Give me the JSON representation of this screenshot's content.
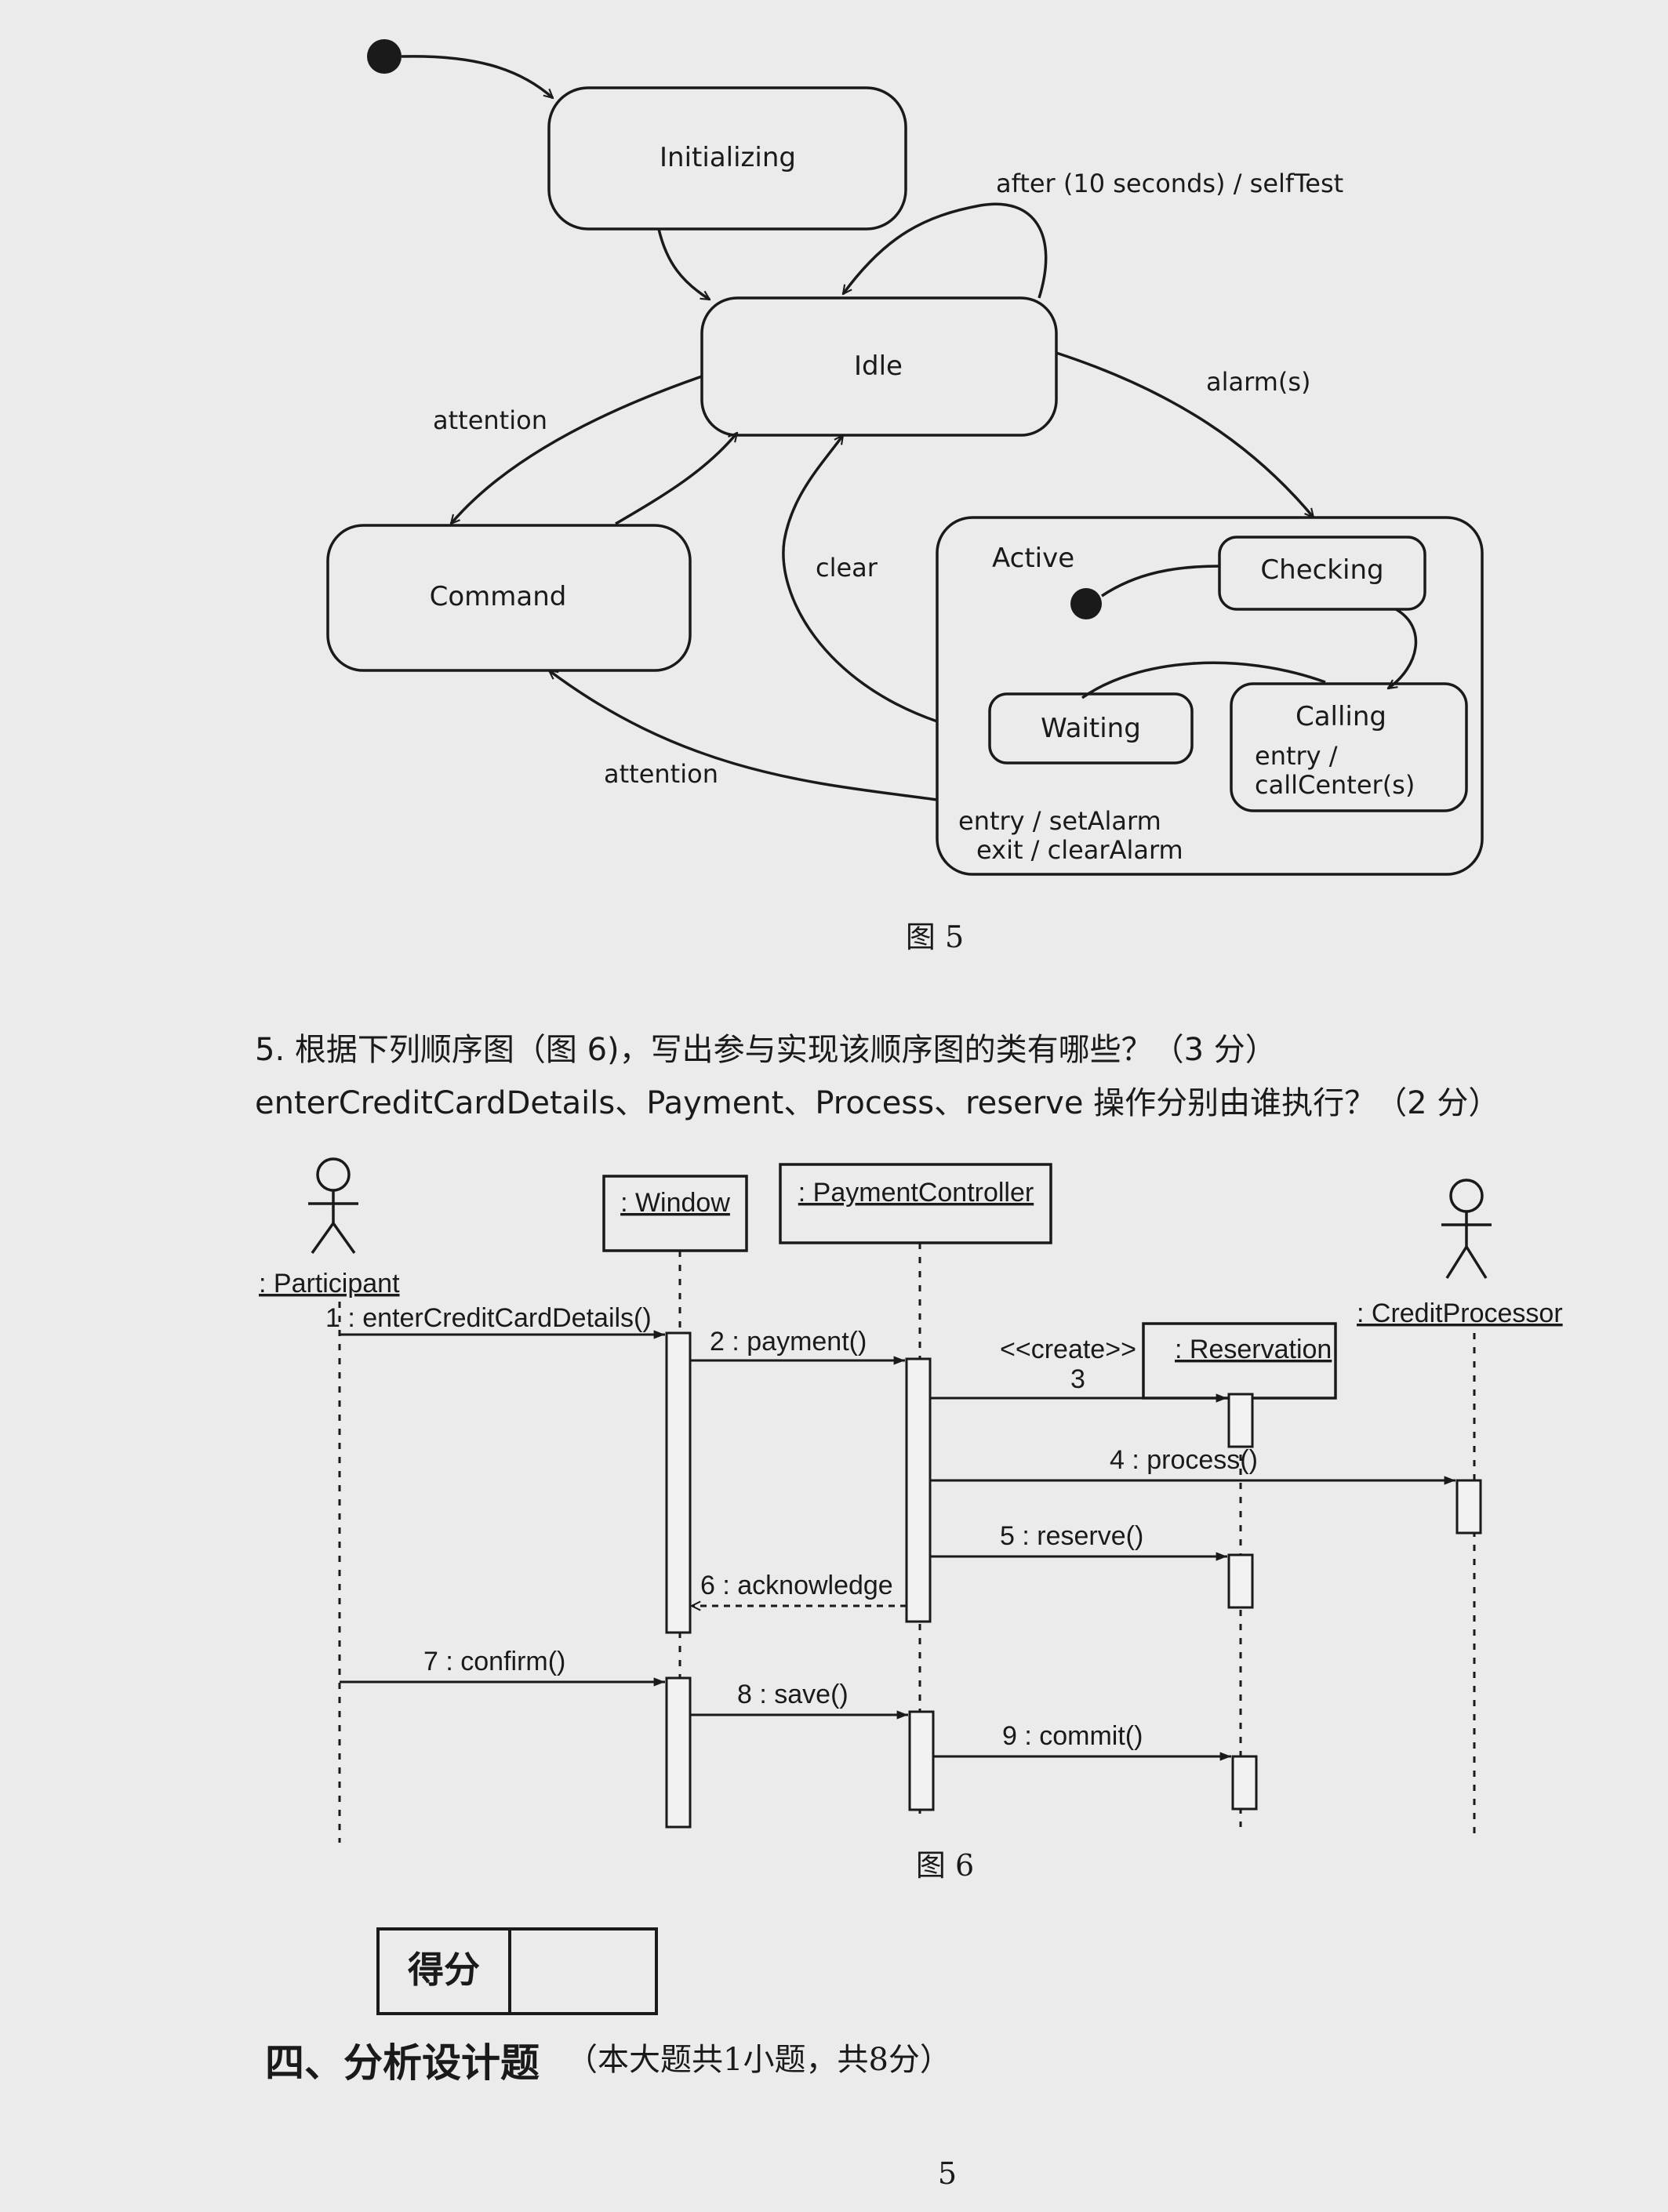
{
  "state_diagram": {
    "states": {
      "initializing": "Initializing",
      "idle": "Idle",
      "command": "Command",
      "active": "Active",
      "checking": "Checking",
      "waiting": "Waiting",
      "calling": "Calling",
      "calling_entry_1": "entry /",
      "calling_entry_2": "callCenter(s)"
    },
    "active_actions": {
      "entry": "entry / setAlarm",
      "exit": "exit / clearAlarm"
    },
    "transitions": {
      "self_test": "after (10 seconds) / selfTest",
      "alarm": "alarm(s)",
      "attention_top": "attention",
      "clear": "clear",
      "attention_bottom": "attention"
    },
    "caption": "图 5"
  },
  "question": {
    "line1": "5. 根据下列顺序图（图 6)，写出参与实现该顺序图的类有哪些？（3 分）",
    "line2": "enterCreditCardDetails、Payment、Process、reserve 操作分别由谁执行？（2 分）"
  },
  "sequence_diagram": {
    "participants": {
      "participant": ": Participant",
      "window": ": Window",
      "payment_controller": ": PaymentController",
      "reservation": ": Reservation",
      "credit_processor": ": CreditProcessor"
    },
    "messages": {
      "m1": "1 : enterCreditCardDetails()",
      "m2": "2 : payment()",
      "m3_stereo": "<<create>>",
      "m3": "3",
      "m4": "4 : process()",
      "m5": "5 : reserve()",
      "m6": "6 : acknowledge",
      "m7": "7 : confirm()",
      "m8": "8 : save()",
      "m9": "9 : commit()"
    },
    "caption": "图 6"
  },
  "score_box": {
    "label": "得分",
    "value": ""
  },
  "section": {
    "title": "四、分析设计题",
    "note": "（本大题共1小题，共8分）"
  },
  "page_number": "5"
}
